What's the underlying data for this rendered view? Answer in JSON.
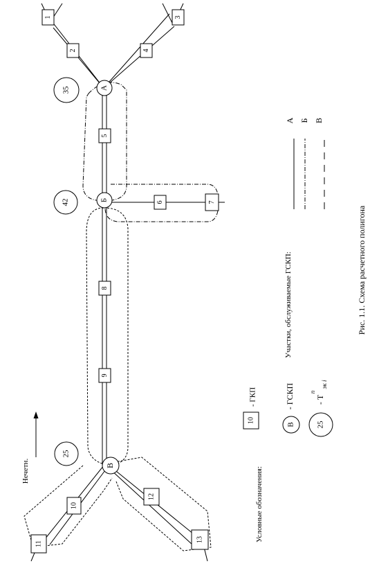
{
  "direction_label": "Нечетн.",
  "nodes": {
    "A": "А",
    "B": "Б",
    "V": "В"
  },
  "stations": [
    "1",
    "2",
    "3",
    "4",
    "5",
    "6",
    "7",
    "8",
    "9",
    "10",
    "11",
    "12",
    "13"
  ],
  "times": {
    "A": "35",
    "B": "42",
    "V": "25"
  },
  "legend": {
    "title": "Условные обозначения:",
    "gkp_number": "10",
    "gkp_label": "- ГКП",
    "gskp_letter": "В",
    "gskp_label": "- ГСКП",
    "t_value": "25",
    "t_label": "- Т",
    "t_sup": "п",
    "t_sub": "эк i"
  },
  "sections": {
    "title": "Участки, обслуживаемые ГСКП:",
    "A": "А",
    "B": "Б",
    "V": "В"
  },
  "caption": "Рис. 1.1.   Схема расчетного полигона"
}
